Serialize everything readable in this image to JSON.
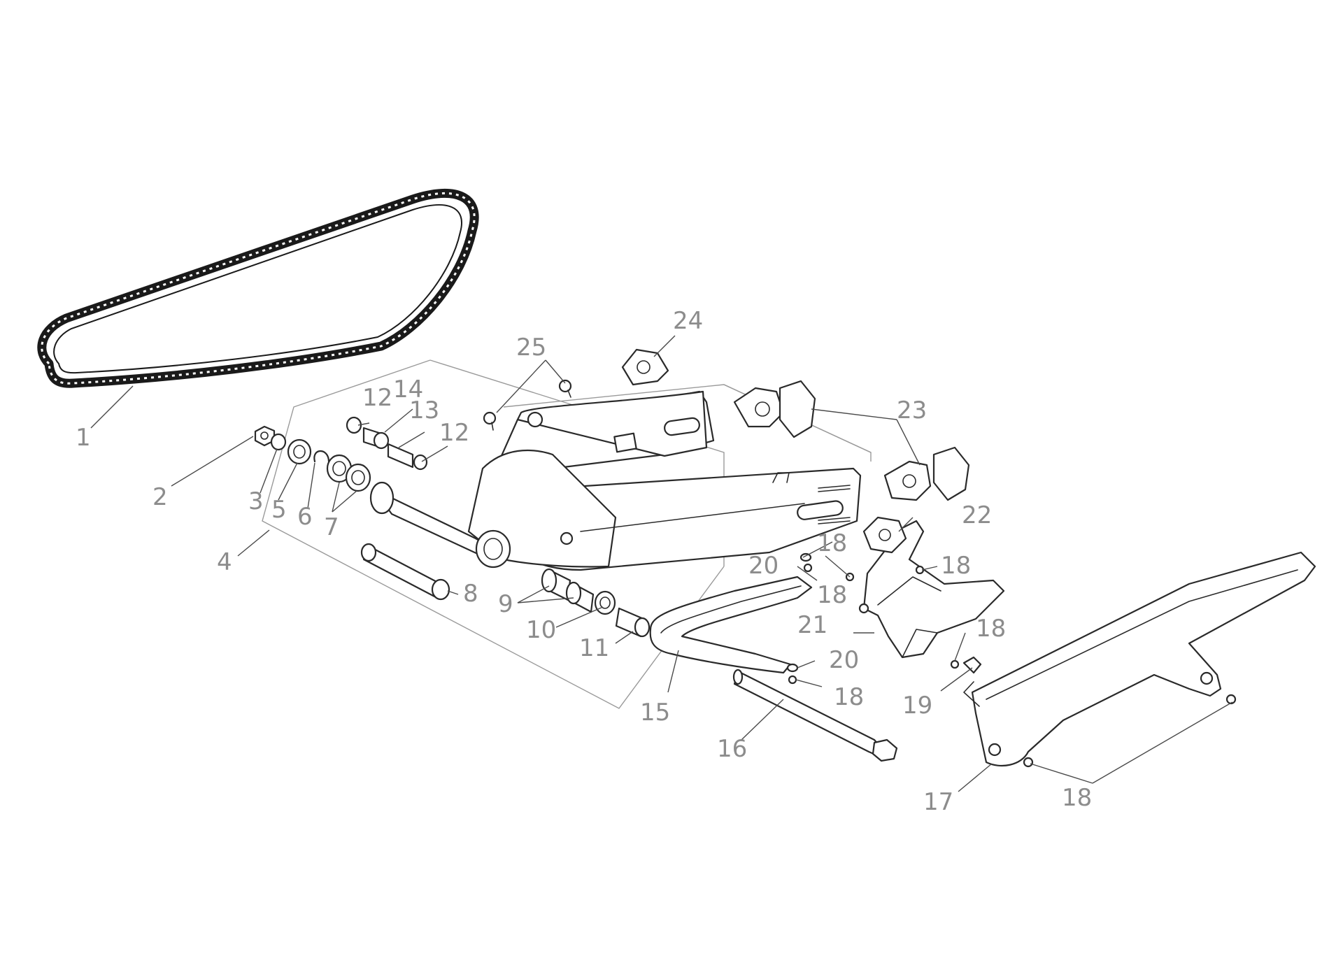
{
  "diagram": {
    "type": "exploded-parts-diagram",
    "colors": {
      "line": "#2a2a2a",
      "callout_text": "#8c8c8c",
      "leader": "#4a4a4a",
      "bracket": "#9a9a9a",
      "background": "#ffffff"
    },
    "callouts": [
      {
        "id": "c1",
        "label": "1"
      },
      {
        "id": "c2",
        "label": "2"
      },
      {
        "id": "c3",
        "label": "3"
      },
      {
        "id": "c4",
        "label": "4"
      },
      {
        "id": "c5",
        "label": "5"
      },
      {
        "id": "c6",
        "label": "6"
      },
      {
        "id": "c7",
        "label": "7"
      },
      {
        "id": "c8",
        "label": "8"
      },
      {
        "id": "c9",
        "label": "9"
      },
      {
        "id": "c10",
        "label": "10"
      },
      {
        "id": "c11",
        "label": "11"
      },
      {
        "id": "c12a",
        "label": "12"
      },
      {
        "id": "c12b",
        "label": "12"
      },
      {
        "id": "c13",
        "label": "13"
      },
      {
        "id": "c14",
        "label": "14"
      },
      {
        "id": "c15",
        "label": "15"
      },
      {
        "id": "c16",
        "label": "16"
      },
      {
        "id": "c17",
        "label": "17"
      },
      {
        "id": "c18a",
        "label": "18"
      },
      {
        "id": "c18b",
        "label": "18"
      },
      {
        "id": "c18c",
        "label": "18"
      },
      {
        "id": "c18d",
        "label": "18"
      },
      {
        "id": "c18e",
        "label": "18"
      },
      {
        "id": "c18f",
        "label": "18"
      },
      {
        "id": "c19",
        "label": "19"
      },
      {
        "id": "c20a",
        "label": "20"
      },
      {
        "id": "c20b",
        "label": "20"
      },
      {
        "id": "c21",
        "label": "21"
      },
      {
        "id": "c22",
        "label": "22"
      },
      {
        "id": "c23",
        "label": "23"
      },
      {
        "id": "c24",
        "label": "24"
      },
      {
        "id": "c25",
        "label": "25"
      }
    ]
  }
}
